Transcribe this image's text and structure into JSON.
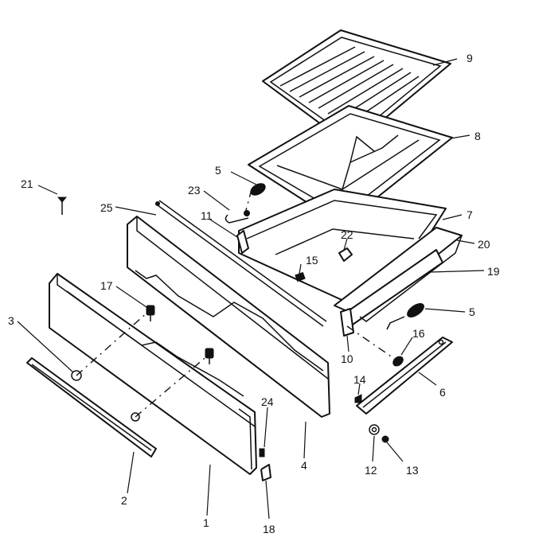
{
  "diagram": {
    "callouts": {
      "c1": "1",
      "c2": "2",
      "c3": "3",
      "c4": "4",
      "c5a": "5",
      "c5b": "5",
      "c6": "6",
      "c7": "7",
      "c8": "8",
      "c9": "9",
      "c10": "10",
      "c11": "11",
      "c12": "12",
      "c13": "13",
      "c14": "14",
      "c15": "15",
      "c16": "16",
      "c17": "17",
      "c18": "18",
      "c19": "19",
      "c20": "20",
      "c21": "21",
      "c22": "22",
      "c23": "23",
      "c24": "24",
      "c25": "25"
    }
  }
}
